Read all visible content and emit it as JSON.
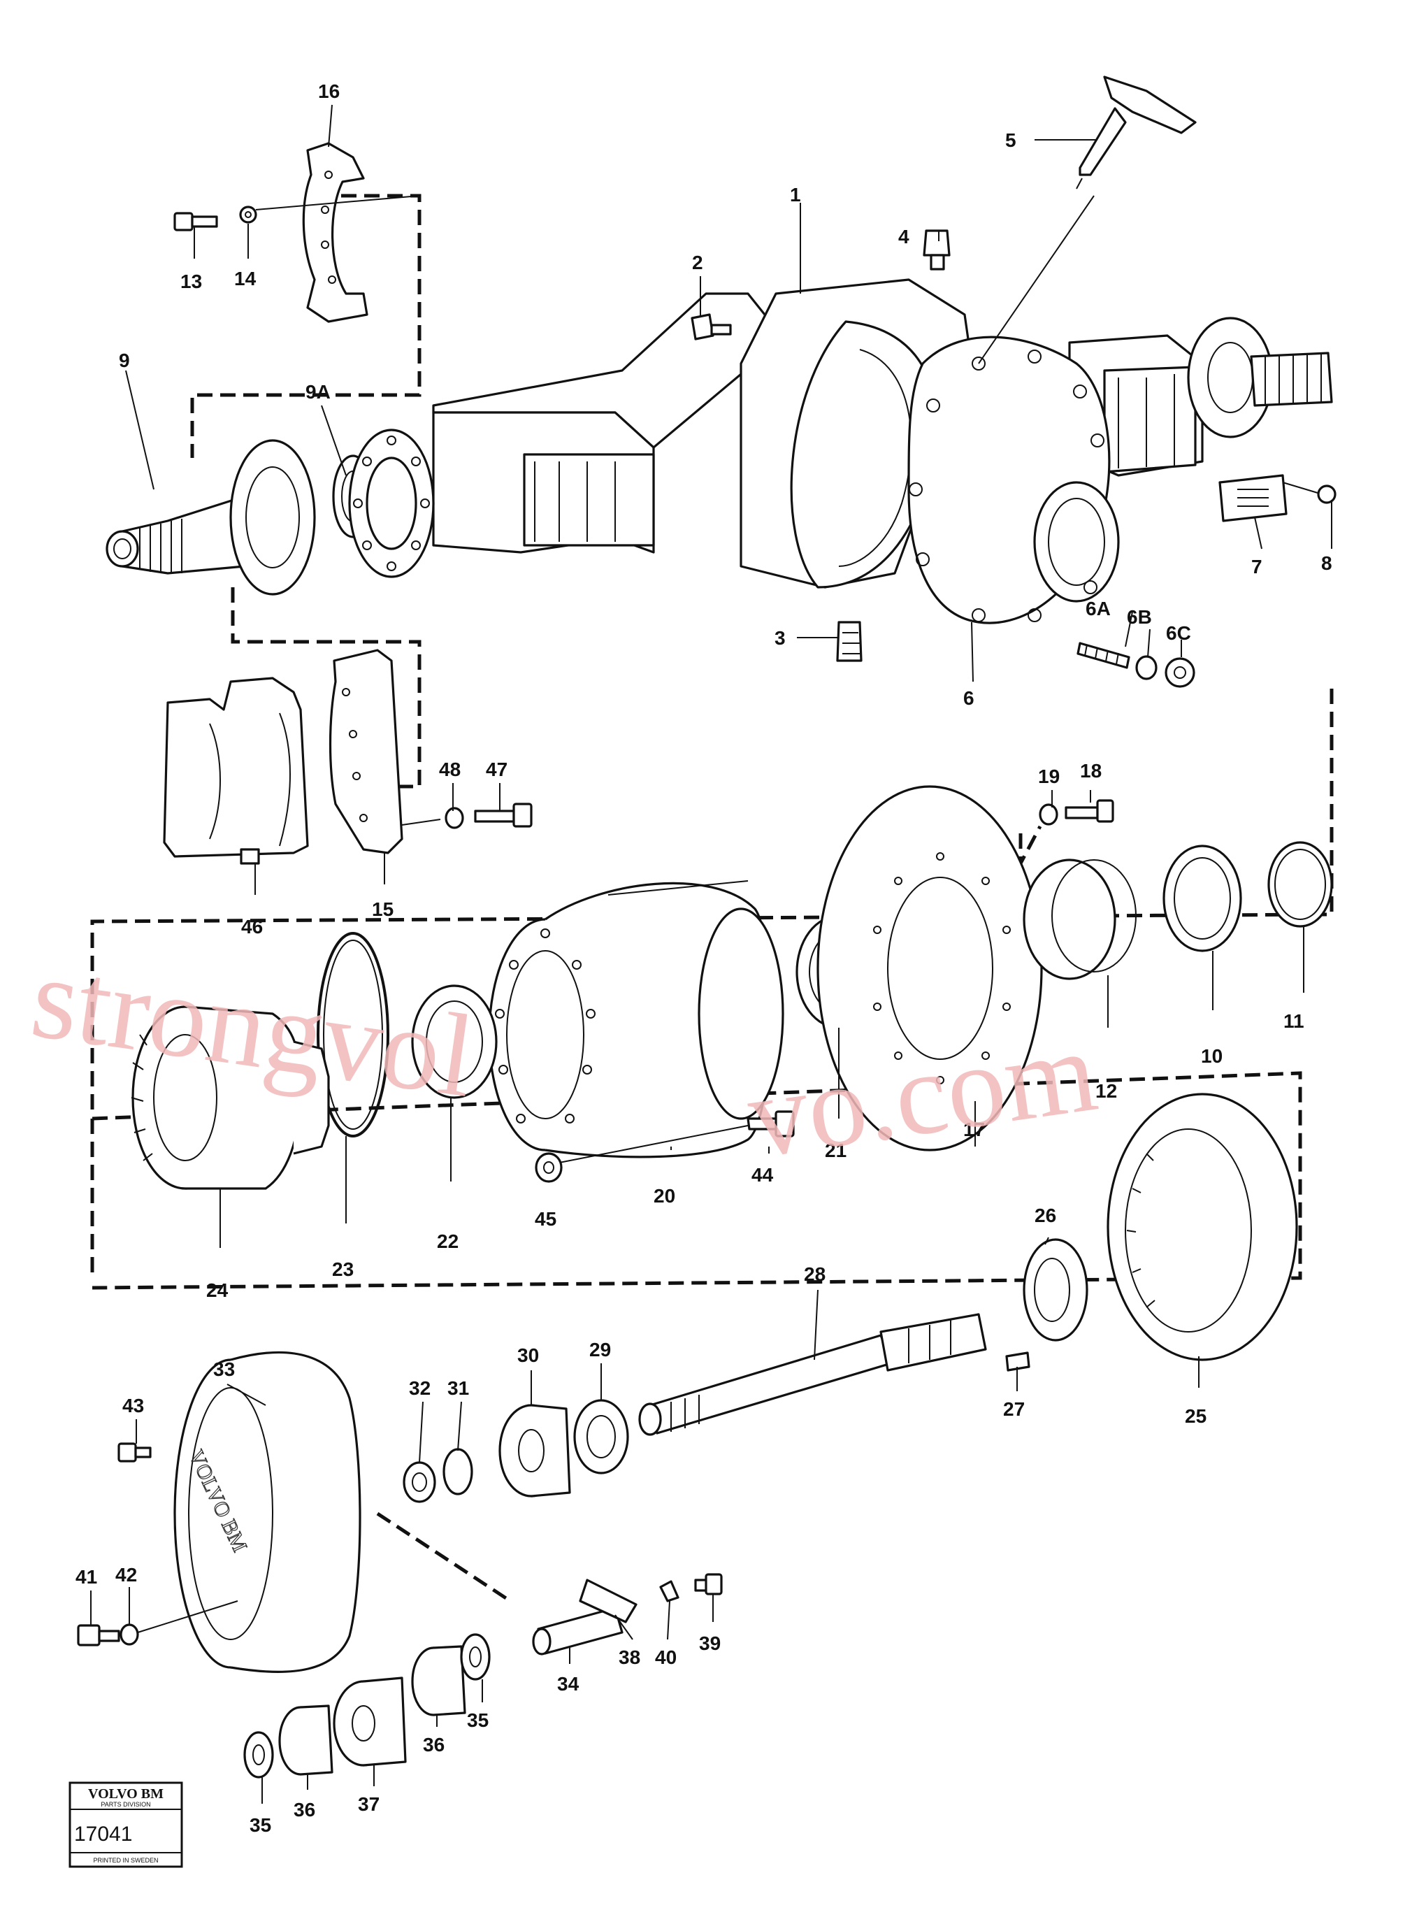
{
  "diagram": {
    "part_numbers": [
      "1",
      "2",
      "3",
      "4",
      "5",
      "6",
      "6A",
      "6B",
      "6C",
      "7",
      "8",
      "9",
      "9A",
      "10",
      "11",
      "12",
      "13",
      "14",
      "15",
      "16",
      "17",
      "18",
      "19",
      "20",
      "21",
      "22",
      "23",
      "24",
      "25",
      "26",
      "27",
      "28",
      "29",
      "30",
      "31",
      "32",
      "33",
      "34",
      "35",
      "35",
      "36",
      "36",
      "37",
      "38",
      "39",
      "40",
      "41",
      "42",
      "43",
      "44",
      "45",
      "46",
      "47",
      "48"
    ],
    "hub_logo_text": "VOLVO BM"
  },
  "badge": {
    "brand": "VOLVO BM",
    "division": "PARTS DIVISION",
    "number": "17041",
    "printed": "PRINTED IN SWEDEN"
  },
  "watermark": {
    "line1": "strongvol",
    "line2": "vo.com",
    "color": "#f2b8b8"
  }
}
